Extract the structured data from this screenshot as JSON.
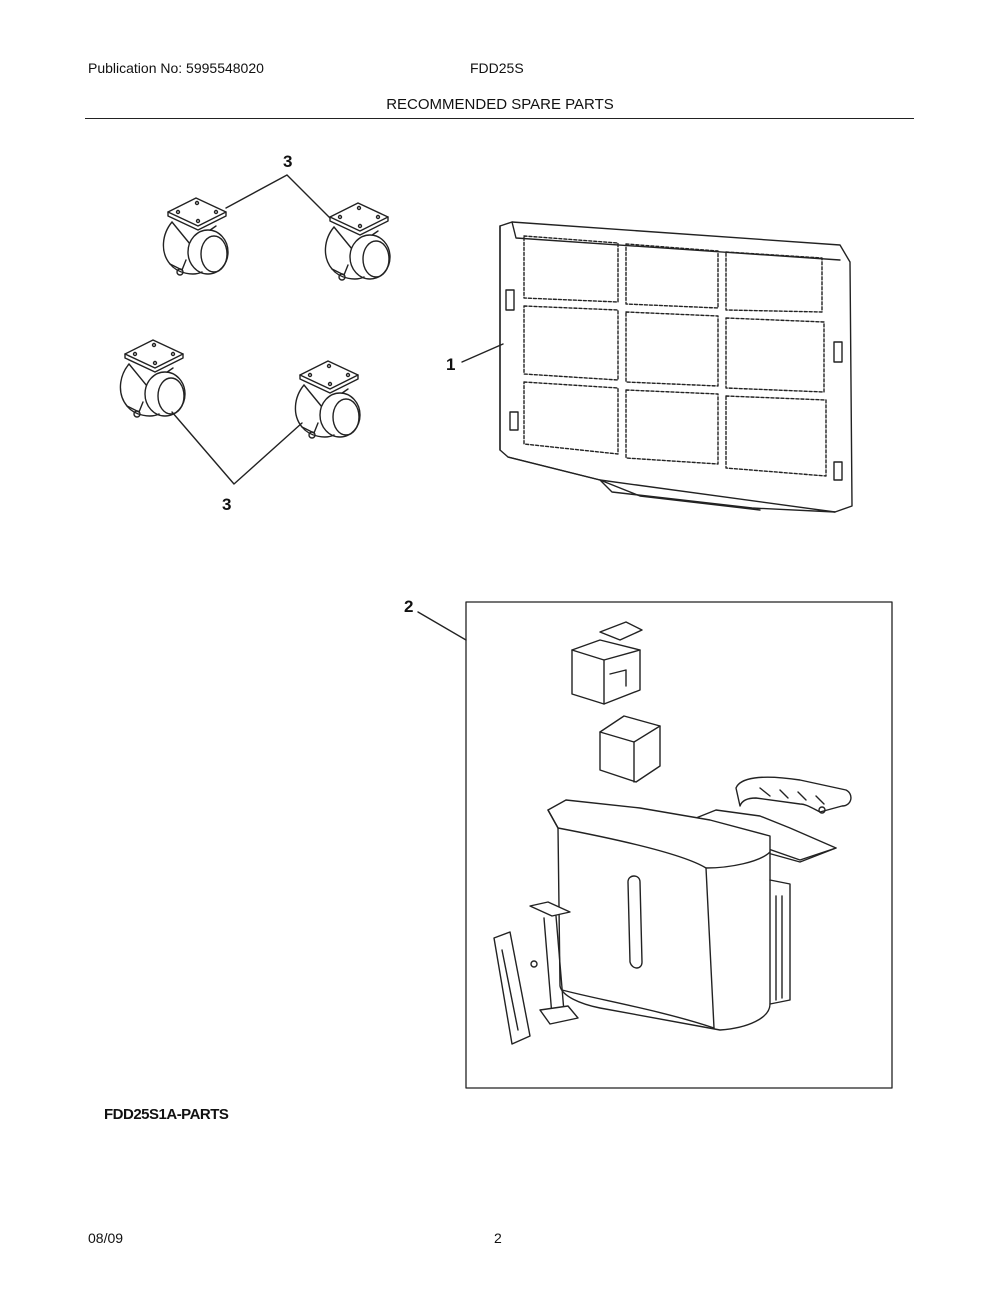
{
  "header": {
    "publication": "Publication No: 5995548020",
    "model": "FDD25S",
    "title": "RECOMMENDED SPARE PARTS"
  },
  "callouts": {
    "filter": "1",
    "bucket": "2",
    "casters_top": "3",
    "casters_bottom": "3"
  },
  "diagram_label": "FDD25S1A-PARTS",
  "footer": {
    "date": "08/09",
    "page": "2"
  },
  "icons": [
    "caster-icon",
    "air-filter-icon",
    "water-bucket-assembly-icon"
  ],
  "colors": {
    "ink": "#111111",
    "background": "#ffffff"
  }
}
